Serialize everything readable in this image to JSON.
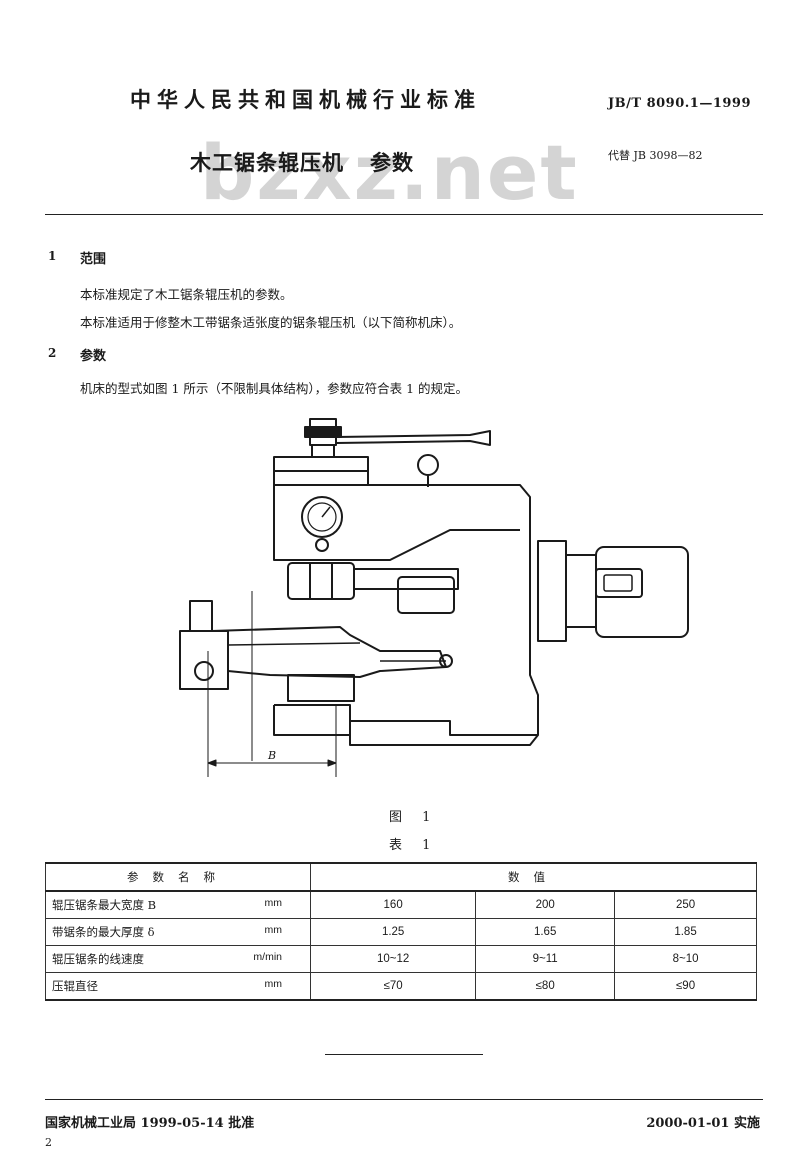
{
  "header": {
    "organization": "中华人民共和国机械行业标准",
    "standard_number": "JB/T 8090.1—1999",
    "title_main": "木工锯条辊压机",
    "title_sub": "参数",
    "replaces": "代替 JB 3098—82",
    "watermark": "bzxz.net"
  },
  "sections": [
    {
      "number": "1",
      "title": "范围",
      "paragraphs": [
        "本标准规定了木工锯条辊压机的参数。",
        "本标准适用于修整木工带锯条适张度的锯条辊压机（以下简称机床）。"
      ]
    },
    {
      "number": "2",
      "title": "参数",
      "paragraphs": [
        "机床的型式如图 1 所示（不限制具体结构），参数应符合表 1 的规定。"
      ]
    }
  ],
  "figure": {
    "caption": "图 1",
    "dimension_label": "B"
  },
  "table": {
    "caption": "表 1",
    "headers": [
      "参数名称",
      "数值"
    ],
    "rows": [
      {
        "name": "辊压锯条最大宽度 B",
        "unit": "mm",
        "values": [
          "160",
          "200",
          "250"
        ]
      },
      {
        "name": "带锯条的最大厚度 δ",
        "unit": "mm",
        "values": [
          "1.25",
          "1.65",
          "1.85"
        ]
      },
      {
        "name": "辊压锯条的线速度",
        "unit": "m/min",
        "values": [
          "10~12",
          "9~11",
          "8~10"
        ]
      },
      {
        "name": "压辊直径",
        "unit": "mm",
        "values": [
          "≤70",
          "≤80",
          "≤90"
        ]
      }
    ]
  },
  "footer": {
    "approval": "国家机械工业局 1999-05-14 批准",
    "implementation": "2000-01-01 实施",
    "page_number": "2"
  }
}
